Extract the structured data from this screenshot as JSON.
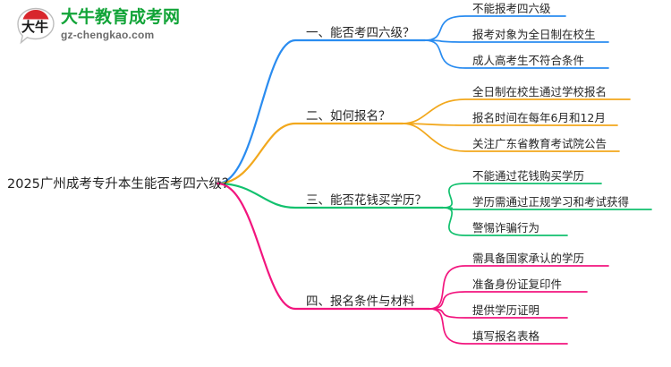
{
  "logo": {
    "mark_character": "大牛",
    "name_cn": "大牛教育成考网",
    "url": "gz-chengkao.com",
    "brand_green": "#12a438",
    "brand_red": "#d8262c"
  },
  "mindmap": {
    "root": {
      "label": "2025广州成考专升本生能否考四六级？"
    },
    "branches": [
      {
        "label": "一、能否考四六级？",
        "color": "#2a8cf0",
        "leaves": [
          {
            "label": "不能报考四六级"
          },
          {
            "label": "报考对象为全日制在校生"
          },
          {
            "label": "成人高考生不符合条件"
          }
        ]
      },
      {
        "label": "二、如何报名？",
        "color": "#f2a81d",
        "leaves": [
          {
            "label": "全日制在校生通过学校报名"
          },
          {
            "label": "报名时间在每年6月和12月"
          },
          {
            "label": "关注广东省教育考试院公告"
          }
        ]
      },
      {
        "label": "三、能否花钱买学历？",
        "color": "#12c16e",
        "leaves": [
          {
            "label": "不能通过花钱购买学历"
          },
          {
            "label": "学历需通过正规学习和考试获得"
          },
          {
            "label": "警惕诈骗行为"
          }
        ]
      },
      {
        "label": "四、报名条件与材料",
        "color": "#f2157e",
        "leaves": [
          {
            "label": "需具备国家承认的学历"
          },
          {
            "label": "准备身份证复印件"
          },
          {
            "label": "提供学历证明"
          },
          {
            "label": "填写报名表格"
          }
        ]
      }
    ]
  }
}
